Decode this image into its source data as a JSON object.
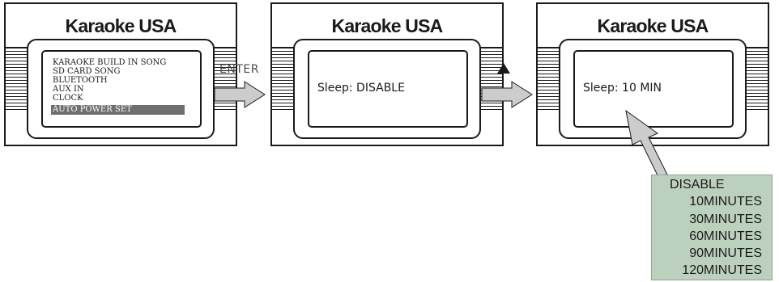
{
  "brand": "Karaoke USA",
  "panels": [
    {
      "menu": [
        "KARAOKE BUILD IN SONG",
        "SD CARD SONG",
        "BLUETOOTH",
        "AUX IN",
        "CLOCK",
        "AUTO POWER SET"
      ],
      "selected_index": 5
    },
    {
      "display": "Sleep: DISABLE"
    },
    {
      "display": "Sleep: 10 MIN"
    }
  ],
  "steps": {
    "enter_label": "ENTER",
    "up_icon": "up-triangle-icon"
  },
  "sleep_options": [
    "DISABLE",
    "10MINUTES",
    "30MINUTES",
    "60MINUTES",
    "90MINUTES",
    "120MINUTES"
  ],
  "colors": {
    "outline": "#1a1a1a",
    "selected_bg": "#6f6f6f",
    "arrow_fill": "#cccccc",
    "options_bg": "#bcd1bd"
  }
}
